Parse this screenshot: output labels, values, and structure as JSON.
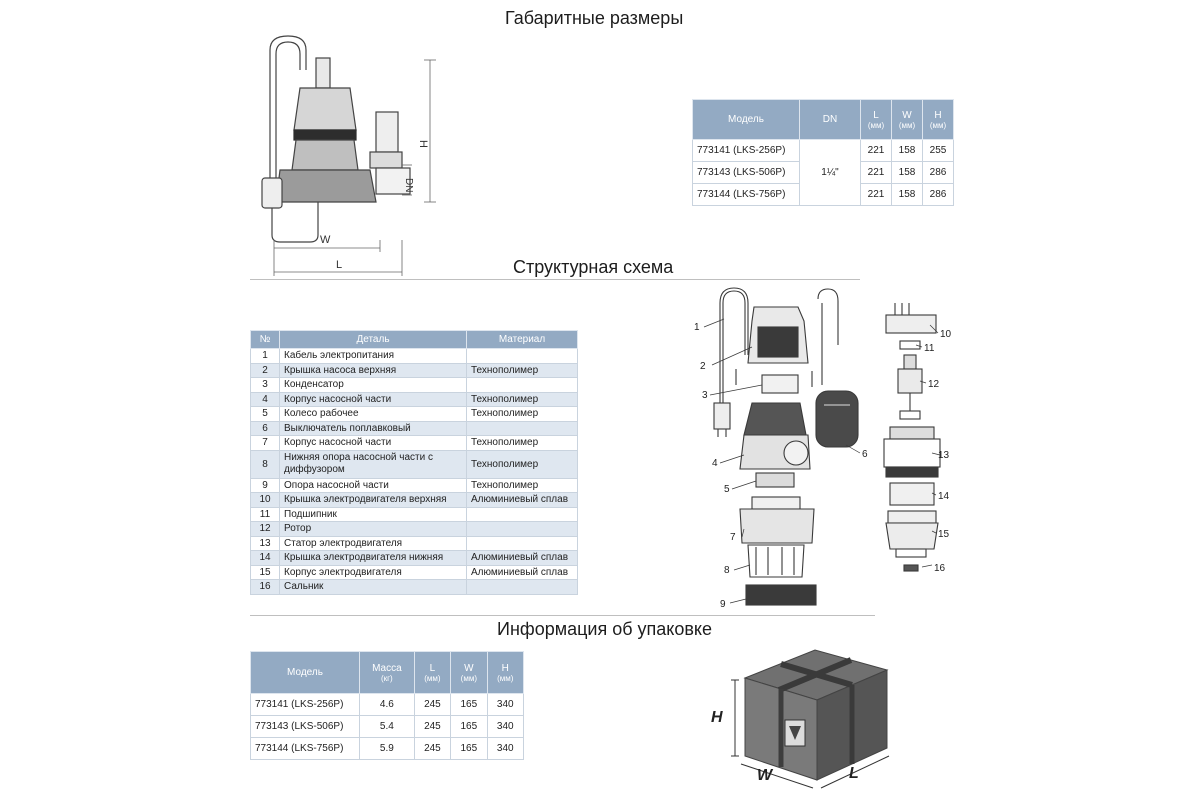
{
  "dimensions": {
    "title": "Габаритные размеры",
    "drawing_labels": {
      "h": "H",
      "dn": "DN",
      "w": "W",
      "l": "L"
    },
    "table": {
      "headers": [
        {
          "label": "Модель",
          "unit": ""
        },
        {
          "label": "DN",
          "unit": ""
        },
        {
          "label": "L",
          "unit": "(мм)"
        },
        {
          "label": "W",
          "unit": "(мм)"
        },
        {
          "label": "H",
          "unit": "(мм)"
        }
      ],
      "dn_value": "1¼\"",
      "rows": [
        {
          "model": "773141 (LKS-256P)",
          "l": "221",
          "w": "158",
          "h": "255"
        },
        {
          "model": "773143 (LKS-506P)",
          "l": "221",
          "w": "158",
          "h": "286"
        },
        {
          "model": "773144 (LKS-756P)",
          "l": "221",
          "w": "158",
          "h": "286"
        }
      ]
    }
  },
  "structure": {
    "title": "Структурная схема",
    "table": {
      "headers": [
        "№",
        "Деталь",
        "Материал"
      ],
      "rows": [
        {
          "n": "1",
          "part": "Кабель электропитания",
          "material": ""
        },
        {
          "n": "2",
          "part": "Крышка насоса верхняя",
          "material": "Технополимер"
        },
        {
          "n": "3",
          "part": "Конденсатор",
          "material": ""
        },
        {
          "n": "4",
          "part": "Корпус насосной части",
          "material": "Технополимер"
        },
        {
          "n": "5",
          "part": "Колесо рабочее",
          "material": "Технополимер"
        },
        {
          "n": "6",
          "part": "Выключатель поплавковый",
          "material": ""
        },
        {
          "n": "7",
          "part": "Корпус насосной части",
          "material": "Технополимер"
        },
        {
          "n": "8",
          "part": "Нижняя опора насосной части с диффузором",
          "material": "Технополимер"
        },
        {
          "n": "9",
          "part": "Опора насосной части",
          "material": "Технополимер"
        },
        {
          "n": "10",
          "part": "Крышка электродвигателя верхняя",
          "material": "Алюминиевый сплав"
        },
        {
          "n": "11",
          "part": "Подшипник",
          "material": ""
        },
        {
          "n": "12",
          "part": "Ротор",
          "material": ""
        },
        {
          "n": "13",
          "part": "Статор электродвигателя",
          "material": ""
        },
        {
          "n": "14",
          "part": "Крышка электродвигателя нижняя",
          "material": "Алюминиевый сплав"
        },
        {
          "n": "15",
          "part": "Корпус электродвигателя",
          "material": "Алюминиевый сплав"
        },
        {
          "n": "16",
          "part": "Сальник",
          "material": ""
        }
      ]
    },
    "callouts": [
      "1",
      "2",
      "3",
      "4",
      "5",
      "6",
      "7",
      "8",
      "9",
      "10",
      "11",
      "12",
      "13",
      "14",
      "15",
      "16"
    ]
  },
  "packaging": {
    "title": "Информация об упаковке",
    "table": {
      "headers": [
        {
          "label": "Модель",
          "unit": ""
        },
        {
          "label": "Масса",
          "unit": "(кг)"
        },
        {
          "label": "L",
          "unit": "(мм)"
        },
        {
          "label": "W",
          "unit": "(мм)"
        },
        {
          "label": "H",
          "unit": "(мм)"
        }
      ],
      "rows": [
        {
          "model": "773141 (LKS-256P)",
          "mass": "4.6",
          "l": "245",
          "w": "165",
          "h": "340"
        },
        {
          "model": "773143 (LKS-506P)",
          "mass": "5.4",
          "l": "245",
          "w": "165",
          "h": "340"
        },
        {
          "model": "773144 (LKS-756P)",
          "mass": "5.9",
          "l": "245",
          "w": "165",
          "h": "340"
        }
      ]
    },
    "box_labels": {
      "h": "H",
      "w": "W",
      "l": "L"
    }
  },
  "colors": {
    "header": "#93aac3",
    "stripe": "#dfe7f0",
    "line": "#bfbfbf"
  }
}
